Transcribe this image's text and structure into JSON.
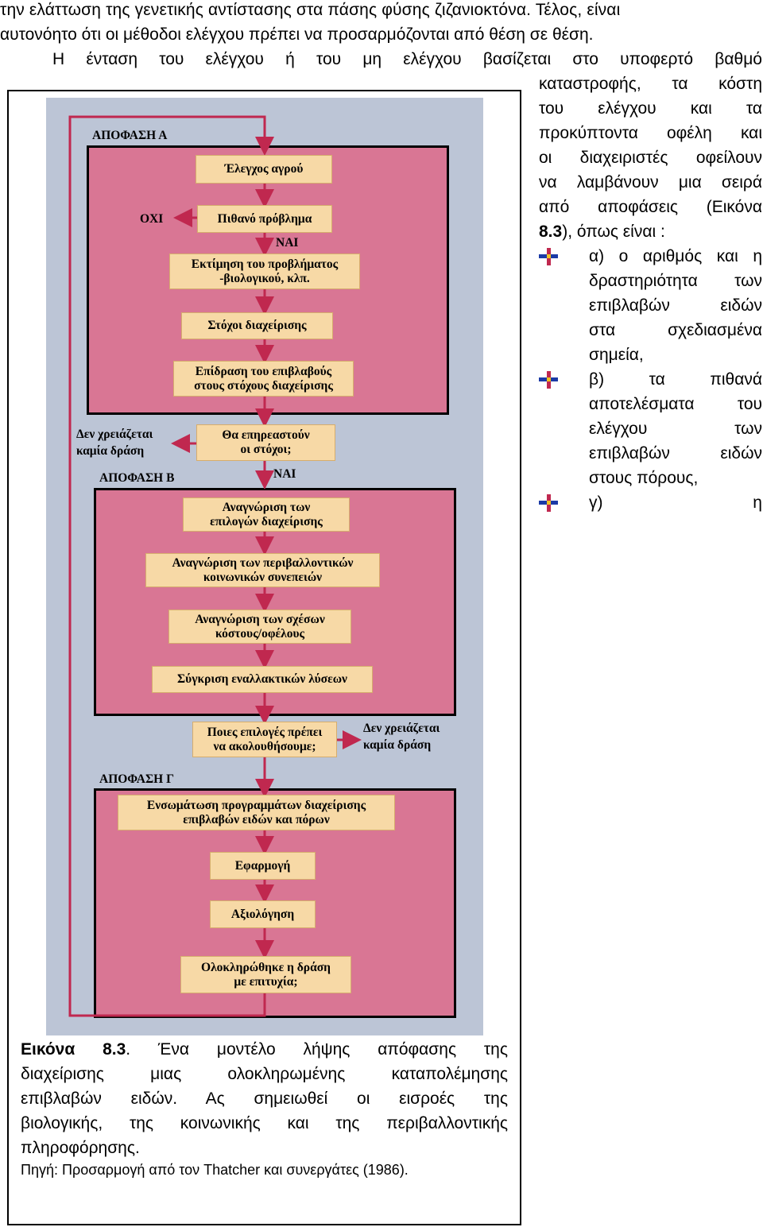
{
  "text": {
    "line1": "την ελάττωση της γενετικής αντίστασης στα πάσης φύσης ζιζανιοκτόνα. Τέλος, είναι",
    "line2": "αυτονόητο ότι οι μέθοδοι ελέγχου πρέπει να προσαρμόζονται από θέση σε θέση.",
    "line3": "Η ένταση του ελέγχου ή του μη ελέγχου βασίζεται στο υποφερτό βαθμό",
    "right_lines": [
      "καταστροφής, τα κόστη",
      "του ελέγχου και τα",
      "προκύπτοντα οφέλη και",
      "οι διαχειριστές οφείλουν",
      "να λαμβάνουν μια σειρά",
      "από αποφάσεις (Εικόνα"
    ],
    "ref_bold": "8.3",
    "ref_rest": "), όπως είναι :",
    "bullets": [
      [
        "α) ο αριθμός και η",
        "δραστηριότητα των",
        "επιβλαβών ειδών",
        "στα σχεδιασμένα",
        "σημεία,"
      ],
      [
        "β) τα πιθανά",
        "αποτελέσματα του",
        "ελέγχου των",
        "επιβλαβών ειδών",
        "στους πόρους,"
      ],
      [
        "γ) η"
      ]
    ]
  },
  "figure": {
    "decision_a": "ΑΠΟΦΑΣΗ Α",
    "decision_b": "ΑΠΟΦΑΣΗ Β",
    "decision_c": "ΑΠΟΦΑΣΗ Γ",
    "no": "ΟΧΙ",
    "yes1": "ΝΑΙ",
    "yes2": "ΝΑΙ",
    "no_action_1": [
      "Δεν χρειάζεται",
      "καμία δράση"
    ],
    "no_action_2": [
      "Δεν χρειάζεται",
      "καμία δράση"
    ],
    "nodes": {
      "field_check": [
        "Έλεγχος αγρού"
      ],
      "possible_problem": [
        "Πιθανό πρόβλημα"
      ],
      "problem_estimation": [
        "Εκτίμηση του προβλήματος",
        "-βιολογικού, κλπ."
      ],
      "management_goals": [
        "Στόχοι διαχείρισης"
      ],
      "pest_effect": [
        "Επίδραση του επιβλαβούς",
        "στους στόχους διαχείρισης"
      ],
      "goals_affected": [
        "Θα επηρεαστούν",
        "οι στόχοι;"
      ],
      "options": [
        "Αναγνώριση των",
        "επιλογών διαχείρισης"
      ],
      "env_social": [
        "Αναγνώριση των περιβαλλοντικών",
        "κοινωνικών συνεπειών"
      ],
      "cost_benefit": [
        "Αναγνώριση των σχέσων",
        "κόστους/οφέλους"
      ],
      "compare": [
        "Σύγκριση εναλλακτικών λύσεων"
      ],
      "which_options": [
        "Ποιες επιλογές πρέπει",
        "να ακολουθήσουμε;"
      ],
      "integration": [
        "Ενσωμάτωση προγραμμάτων διαχείρισης",
        "επιβλαβών ειδών και πόρων"
      ],
      "implementation": [
        "Εφαρμογή"
      ],
      "evaluation": [
        "Αξιολόγηση"
      ],
      "completed": [
        "Ολοκληρώθηκε η δράση",
        "με επιτυχία;"
      ]
    }
  },
  "caption": {
    "bold": "Εικόνα 8.3",
    "lines": [
      ". Ένα μοντέλο λήψης απόφασης της",
      "διαχείρισης μιας ολοκληρωμένης καταπολέμησης",
      "επιβλαβών ειδών. Ας σημειωθεί οι εισροές της",
      "βιολογικής, της κοινωνικής και της περιβαλλοντικής",
      "πληροφόρησης."
    ],
    "source": "Πηγή: Προσαρμογή από τον Thatcher και συνεργάτες (1986)."
  },
  "colors": {
    "figure_bg": "#bcc5d6",
    "decision_box": "#d97694",
    "node_fill": "#f7d9a6",
    "arrow": "#c0284f"
  }
}
